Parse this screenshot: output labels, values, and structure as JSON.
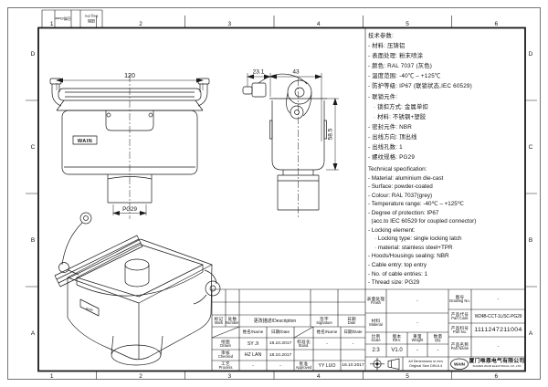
{
  "drawing": {
    "frame": {
      "columns": [
        "1",
        "2",
        "3",
        "4",
        "5",
        "6"
      ],
      "rows": [
        "D",
        "C",
        "B",
        "A"
      ],
      "fold_stamp": {
        "date_label": "日期/Date",
        "dwg_cn": "描图",
        "dwg_en": "Dwg.Che"
      }
    },
    "views": {
      "front": {
        "width_dim": "120",
        "thread_dim": "PG29",
        "logo": "WAIN"
      },
      "side": {
        "dim_a": "23.1",
        "dim_b": "43",
        "dim_h": "58.5"
      },
      "iso": {
        "logo": "WAIN"
      }
    },
    "specs_cn": {
      "title": "技术参数:",
      "lines": [
        "- 材料: 压铸铝",
        "- 表面处理: 粉末喷涂",
        "- 颜色: RAL 7037 (灰色)",
        "- 温度范围: -40℃ – +125℃",
        "- 防护等级: IP67 (联锁状态,IEC 60529)",
        "- 联锁元件:",
        "   · 锁扣方式: 金属单扣",
        "   · 材料: 不锈钢+塑胶",
        "- 密封元件: NBR",
        "- 出线方向: 顶出线",
        "- 出线孔数: 1",
        "- 螺纹规格: PG29"
      ]
    },
    "specs_en": {
      "title": "Technical specification:",
      "lines": [
        "- Material: aluminium die-cast",
        "- Surface: powder-coated",
        "- Colour: RAL 7037(grey)",
        "- Temperature range: -40℃ – +125℃",
        "- Degree of protection: IP67",
        "  (acc.to IEC 60529 for coupled connector)",
        "- Locking element:",
        "    · Locking type: single locking latch",
        "    · material: stainless steel+TPR",
        "- Hoods/Housings sealing: NBR",
        "- Cable entry: top entry",
        "- No. of cable entries: 1",
        "- Thread size: PG29"
      ]
    }
  },
  "title_block": {
    "rev_header": {
      "mark_cn": "标记",
      "mark_en": "Mark",
      "number_cn": "处数",
      "number_en": "Number",
      "description": "更改描述/Description",
      "signature_cn": "签字",
      "signature_en": "Signature",
      "date_cn": "日期",
      "date_en": "Date",
      "name_label": "姓名/Name",
      "date_label": "日期/Date"
    },
    "roles": {
      "drawn_cn": "绘图",
      "drawn_en": "Drawn",
      "drawn_name": "SY JI",
      "drawn_date": "18.10.2017",
      "checked_cn": "审核",
      "checked_en": "Checked",
      "checked_name": "HZ LAN",
      "checked_date": "18.10.2017",
      "process_cn": "工艺",
      "process_en": "Process",
      "process_name": "-",
      "process_date": "-",
      "stand_cn": "标准化",
      "stand_en": "Stand.",
      "stand_name": "-",
      "stand_date": "-",
      "approved_cn": "批准",
      "approved_en": "Approved",
      "approved_name": "YY LUO",
      "approved_date": "18.10.2017"
    },
    "fields": {
      "finish_cn": "表面处理",
      "finish_en": "Finish",
      "finish_val": "-",
      "material_cn": "材料",
      "material_en": "Material",
      "material_val": "-",
      "scale_cn": "比例",
      "scale_en": "Scale",
      "scale_val": "2:3",
      "rev_cn": "版本",
      "rev_en": "REV.",
      "rev_val": "V1.0",
      "weight_cn": "重量",
      "weight_en": "Weight",
      "weight_val": "-",
      "qty_cn": "数量",
      "qty_en": "Qty.",
      "qty_val": "-",
      "drawing_no_cn": "图号",
      "drawing_no_en": "Drawing No.",
      "drawing_no_val": "-",
      "part_code_cn": "产品代号",
      "part_code_en": "Part Code",
      "part_code_val": "W24B-CCT-1L/SC-PG29",
      "part_no_cn": "产品料号",
      "part_no_en": "Part No.",
      "part_no_val": "1111247211004",
      "part_name_cn": "产品名称",
      "part_name_en": "Part Name",
      "part_name_val": "-"
    },
    "notes": {
      "dims": "All Dimensions in mm",
      "size": "Original Size DIN A 4"
    },
    "company": {
      "logo": "WAIN",
      "name_cn": "厦门唯恩电气有限公司",
      "name_en": "XIAMEN WAIN ELECTRICAL CO.,LTD"
    }
  }
}
